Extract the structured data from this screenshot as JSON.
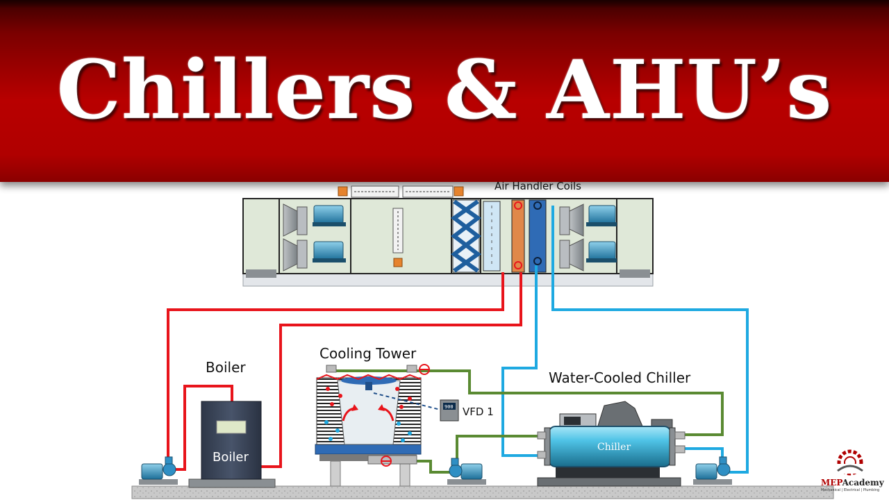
{
  "header": {
    "title": "Chillers & AHU’s",
    "background_color": "#b00000"
  },
  "labels": {
    "air_handler_coils": "Air Handler Coils",
    "cooling_tower": "Cooling Tower",
    "boiler": "Boiler",
    "water_cooled_chiller": "Water-Cooled Chiller",
    "vfd": "VFD 1",
    "vfd_display": "900",
    "boiler_unit": "Boiler",
    "chiller_unit": "Chiller"
  },
  "logo": {
    "brand_mep": "MEP",
    "brand_academy": "Academy",
    "tagline": "Mechanical | Electrical | Plumbing"
  },
  "colors": {
    "hot_water": "#e8141b",
    "chilled_water": "#1ea9e1",
    "condenser_water": "#5a8a32",
    "ahu_casing": "#dfe8d8",
    "chiller_shell": "#4fc3e6"
  }
}
